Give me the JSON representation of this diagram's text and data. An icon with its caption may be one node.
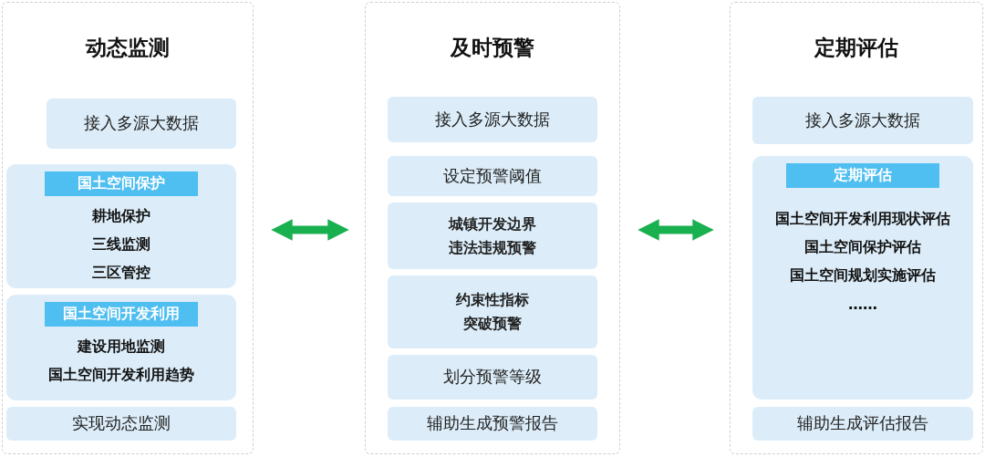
{
  "diagram": {
    "nodes": [
      {
        "text": [
          "动态监测"
        ]
      },
      {
        "text": [
          "接入多源大数据"
        ],
        "in": 0
      },
      {
        "text": [
          "国土空间保护",
          "耕地保护",
          "三线监测",
          "三区管控"
        ],
        "in": 0
      },
      {
        "text": [
          "国土空间开发利用",
          "建设用地监测",
          "国土空间开发利用趋势"
        ],
        "in": 0
      },
      {
        "text": [
          "实现动态监测"
        ],
        "in": 0
      },
      {
        "text": [
          "及时预警"
        ]
      },
      {
        "text": [
          "接入多源大数据"
        ],
        "in": 5
      },
      {
        "text": [
          "设定预警阈值"
        ],
        "in": 5
      },
      {
        "text": [
          "城镇开发边界违法违规预警"
        ],
        "in": 5
      },
      {
        "text": [
          "约束性指标突破预警"
        ],
        "in": 5
      },
      {
        "text": [
          "划分预警等级"
        ],
        "in": 5
      },
      {
        "text": [
          "辅助生成预警报告"
        ],
        "in": 5
      },
      {
        "text": [
          "定期评估"
        ]
      },
      {
        "text": [
          "接入多源大数据"
        ],
        "in": 12
      },
      {
        "text": [
          "定期评估",
          "国土空间开发利用现状评估",
          "国土空间保护评估",
          "国土空间规划实施评估",
          "……"
        ],
        "in": 12
      },
      {
        "text": [
          "辅助生成评估报告"
        ],
        "in": 12
      }
    ],
    "edges": [
      {
        "from": 0,
        "to": 5,
        "arrow": "both"
      },
      {
        "from": 5,
        "to": 12,
        "arrow": "both"
      }
    ]
  }
}
